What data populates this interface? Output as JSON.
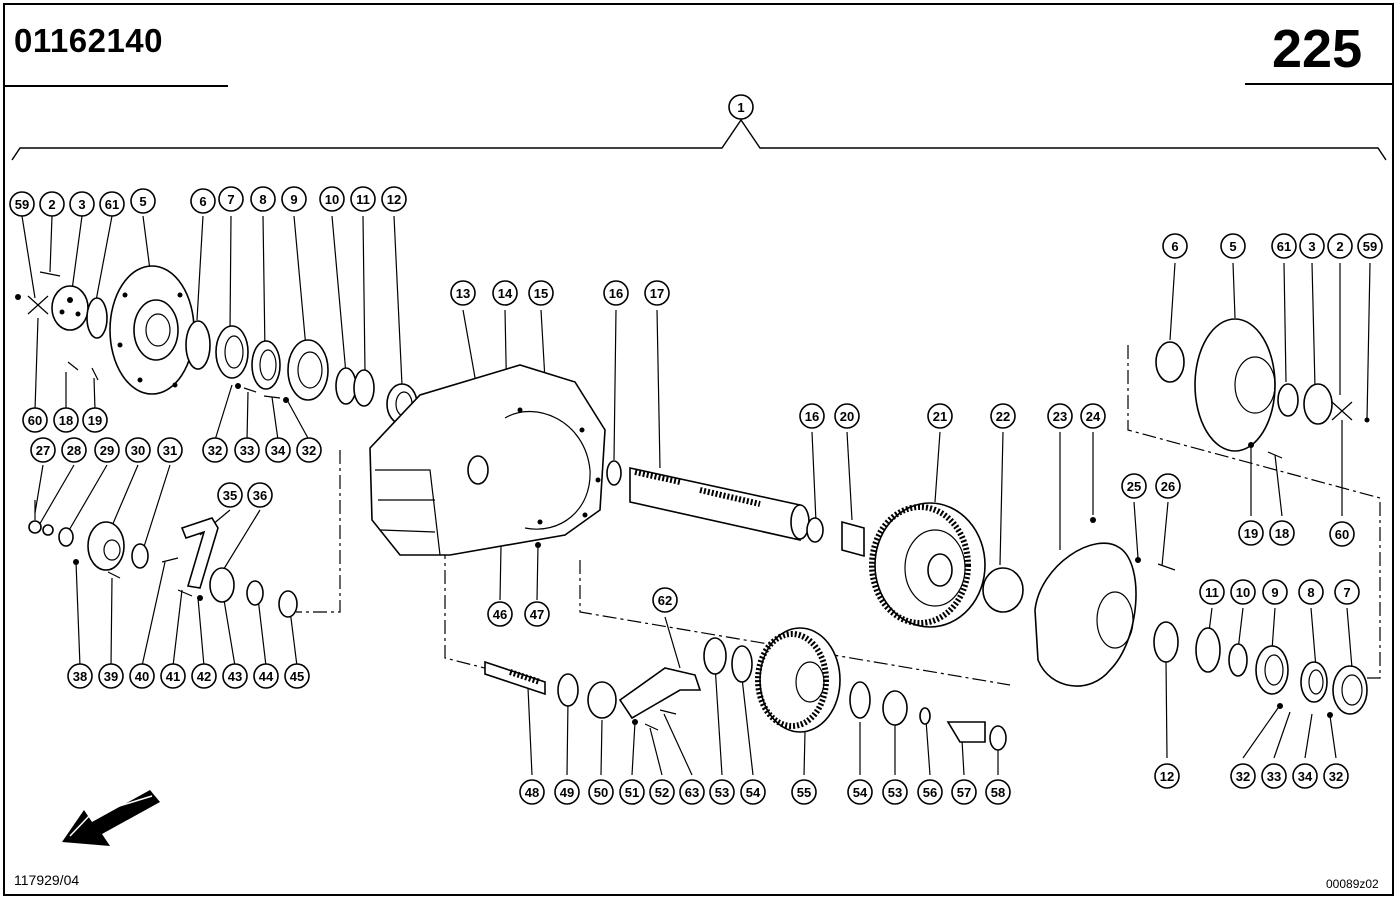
{
  "header": {
    "document_number": "01162140",
    "page_number": "225"
  },
  "footer": {
    "drawing_reference": "117929/04",
    "image_reference": "00089z02"
  },
  "callouts": [
    "1",
    "59",
    "2",
    "3",
    "61",
    "5",
    "6",
    "7",
    "8",
    "9",
    "10",
    "11",
    "12",
    "60",
    "18",
    "19",
    "32",
    "33",
    "34",
    "32",
    "27",
    "28",
    "29",
    "30",
    "31",
    "35",
    "36",
    "38",
    "39",
    "40",
    "41",
    "42",
    "43",
    "44",
    "45",
    "13",
    "14",
    "15",
    "16",
    "17",
    "46",
    "47",
    "16",
    "20",
    "21",
    "22",
    "23",
    "24",
    "25",
    "26",
    "6",
    "5",
    "61",
    "3",
    "2",
    "59",
    "19",
    "18",
    "60",
    "62",
    "48",
    "49",
    "50",
    "51",
    "52",
    "63",
    "53",
    "54",
    "55",
    "54",
    "53",
    "56",
    "57",
    "58",
    "11",
    "10",
    "9",
    "8",
    "7",
    "12",
    "32",
    "33",
    "34",
    "32"
  ],
  "icons": {
    "direction_arrow": "arrow-down-left-icon"
  }
}
